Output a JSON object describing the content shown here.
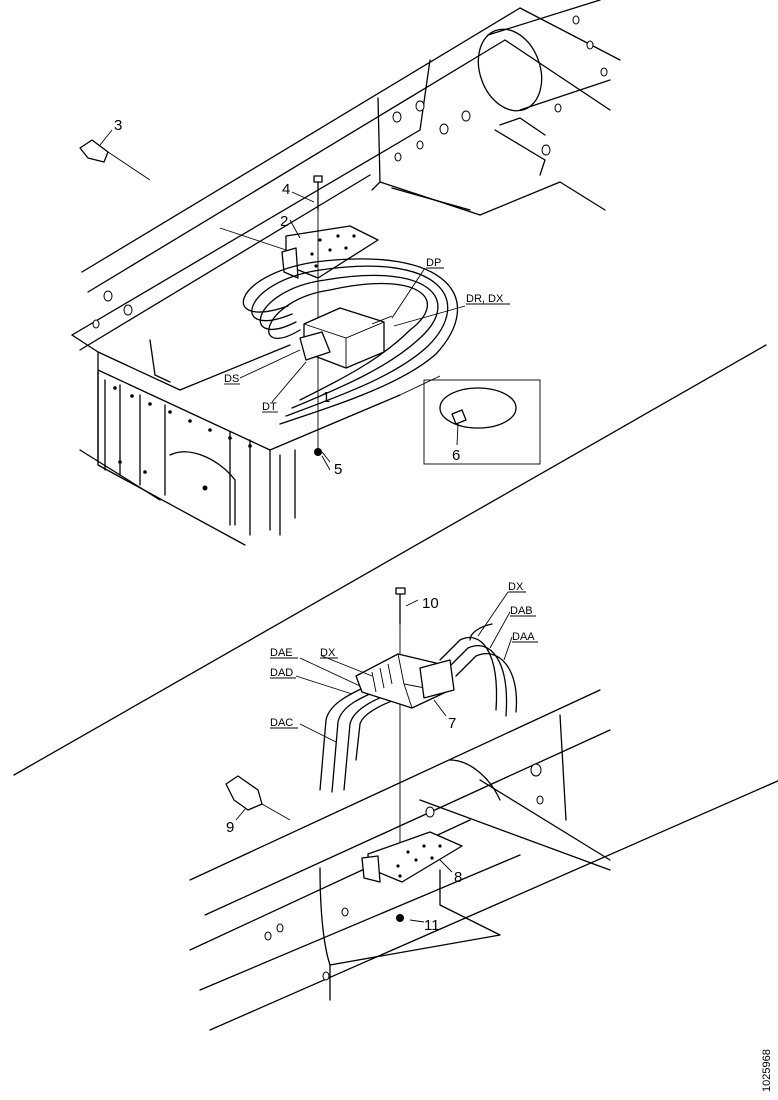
{
  "diagram": {
    "callouts": {
      "c1": "1",
      "c2": "2",
      "c3": "3",
      "c4": "4",
      "c5": "5",
      "c6": "6",
      "c7": "7",
      "c8": "8",
      "c9": "9",
      "c10": "10",
      "c11": "11"
    },
    "wire_labels": {
      "dp": "DP",
      "dr_dx": "DR, DX",
      "ds": "DS",
      "dt": "DT",
      "dx": "DX",
      "dab": "DAB",
      "daa": "DAA",
      "dae": "DAE",
      "dad": "DAD",
      "dx2": "DX",
      "dac": "DAC"
    },
    "reference_number": "1025968"
  }
}
